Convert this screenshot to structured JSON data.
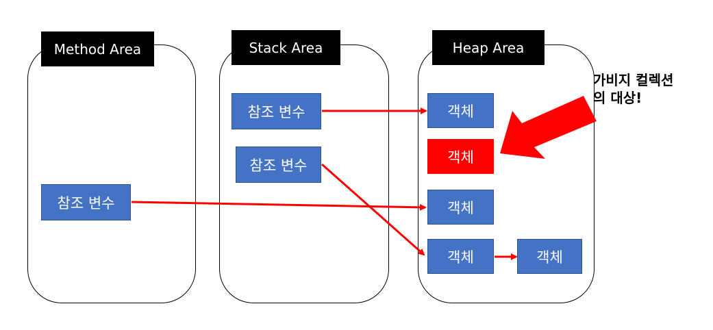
{
  "colors": {
    "box_blue": "#4472c4",
    "box_red": "#ff0000",
    "arrow_red": "#ff0000",
    "label_bg": "#000000"
  },
  "areas": {
    "method": {
      "label": "Method Area"
    },
    "stack": {
      "label": "Stack Area"
    },
    "heap": {
      "label": "Heap Area"
    }
  },
  "method_ref": {
    "label": "참조 변수"
  },
  "stack_refs": [
    {
      "label": "참조 변수"
    },
    {
      "label": "참조 변수"
    }
  ],
  "heap_objects": [
    {
      "label": "객체",
      "state": "reachable"
    },
    {
      "label": "객체",
      "state": "garbage"
    },
    {
      "label": "객체",
      "state": "reachable"
    },
    {
      "label": "객체",
      "state": "reachable"
    },
    {
      "label": "객체",
      "state": "reachable"
    }
  ],
  "callout": {
    "line1": "가비지 컬렉션",
    "line2": "의 대상!",
    "icon": "big-arrow-icon"
  },
  "connections": [
    {
      "from": "stack-ref-1",
      "to": "heap-object-1"
    },
    {
      "from": "stack-ref-2",
      "to": "heap-object-4"
    },
    {
      "from": "method-ref",
      "to": "heap-object-3"
    },
    {
      "from": "heap-object-4",
      "to": "heap-object-5"
    }
  ]
}
